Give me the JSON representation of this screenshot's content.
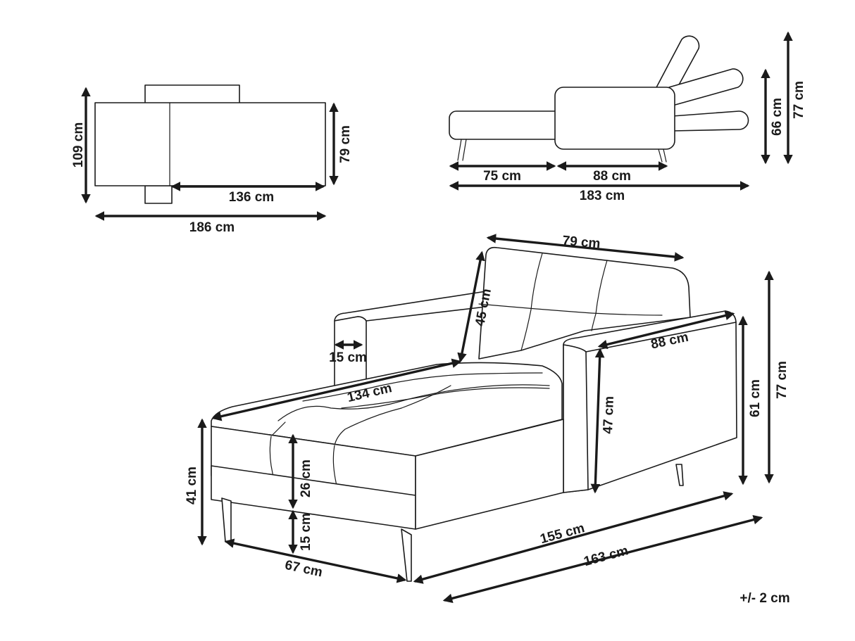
{
  "dimensions": {
    "top_depth": "109 cm",
    "top_seat_depth": "79 cm",
    "top_seat_length": "136 cm",
    "top_total_length": "186 cm",
    "side_seat_length": "75 cm",
    "side_back_length": "88 cm",
    "side_total_length": "183 cm",
    "side_back_height": "66 cm",
    "side_max_height": "77 cm",
    "back_width": "79 cm",
    "back_cushion_height": "45 cm",
    "arm_width": "15 cm",
    "inner_length": "134 cm",
    "arm_length": "88 cm",
    "arm_inner_height": "47 cm",
    "arm_height": "61 cm",
    "total_height": "77 cm",
    "seat_height": "41 cm",
    "cushion_height": "26 cm",
    "leg_height": "15 cm",
    "front_width": "67 cm",
    "base_length": "155 cm",
    "total_length": "163 cm"
  },
  "tolerance": "+/- 2 cm"
}
